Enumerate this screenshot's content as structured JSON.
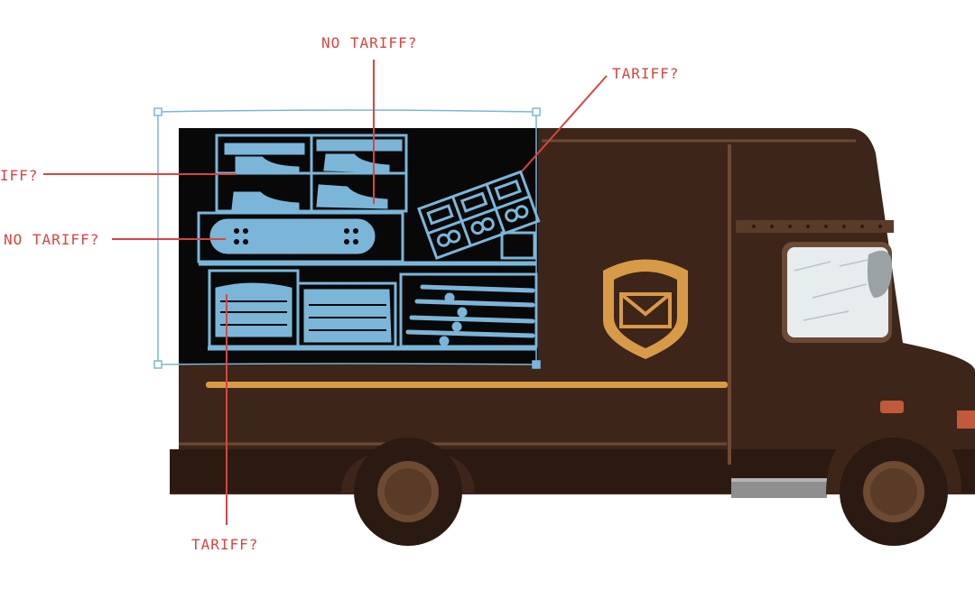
{
  "annotations": {
    "top_center": "NO TARIFF?",
    "top_right": "TARIFF?",
    "left_upper": "TARIFF?",
    "left_middle": "NO TARIFF?",
    "bottom": "TARIFF?"
  },
  "colors": {
    "truck_brown": "#3d2519",
    "truck_dark": "#2c1a11",
    "gold": "#d89a47",
    "cargo_blue": "#7bb6d9",
    "label_red": "#d8453f"
  },
  "icons": [
    "envelope-shield-icon",
    "sneaker-icon",
    "skateboard-icon",
    "folded-clothes-icon"
  ]
}
